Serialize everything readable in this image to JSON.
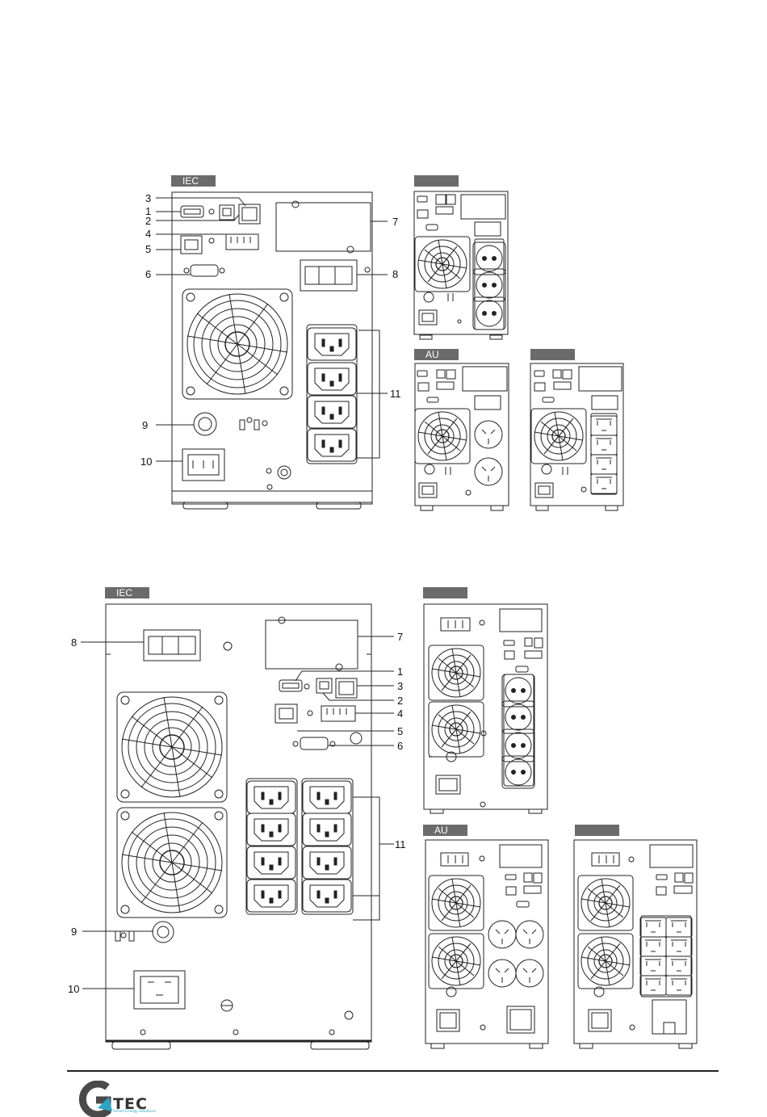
{
  "section1": {
    "tag_main": "IEC",
    "tag_right_top": "",
    "tag_au": "AU",
    "tag_right_bottom": "",
    "callouts": {
      "c1": "1",
      "c2": "2",
      "c3": "3",
      "c4": "4",
      "c5": "5",
      "c6": "6",
      "c7": "7",
      "c8": "8",
      "c9": "9",
      "c10": "10",
      "c11": "11"
    }
  },
  "section2": {
    "tag_main": "IEC",
    "tag_right_top": "",
    "tag_au": "AU",
    "tag_right_bottom": "",
    "callouts": {
      "c1": "1",
      "c2": "2",
      "c3": "3",
      "c4": "4",
      "c5": "5",
      "c6": "6",
      "c7": "7",
      "c8": "8",
      "c9": "9",
      "c10": "10",
      "c11": "11"
    }
  },
  "footer": {
    "logo_text": "TEC",
    "logo_tagline": "Smart Energy Solutions"
  },
  "colors": {
    "tag_bg": "#6b6b6b",
    "line": "#222222",
    "logo_teal": "#2aa6c4",
    "logo_gray": "#4a4a4a"
  }
}
